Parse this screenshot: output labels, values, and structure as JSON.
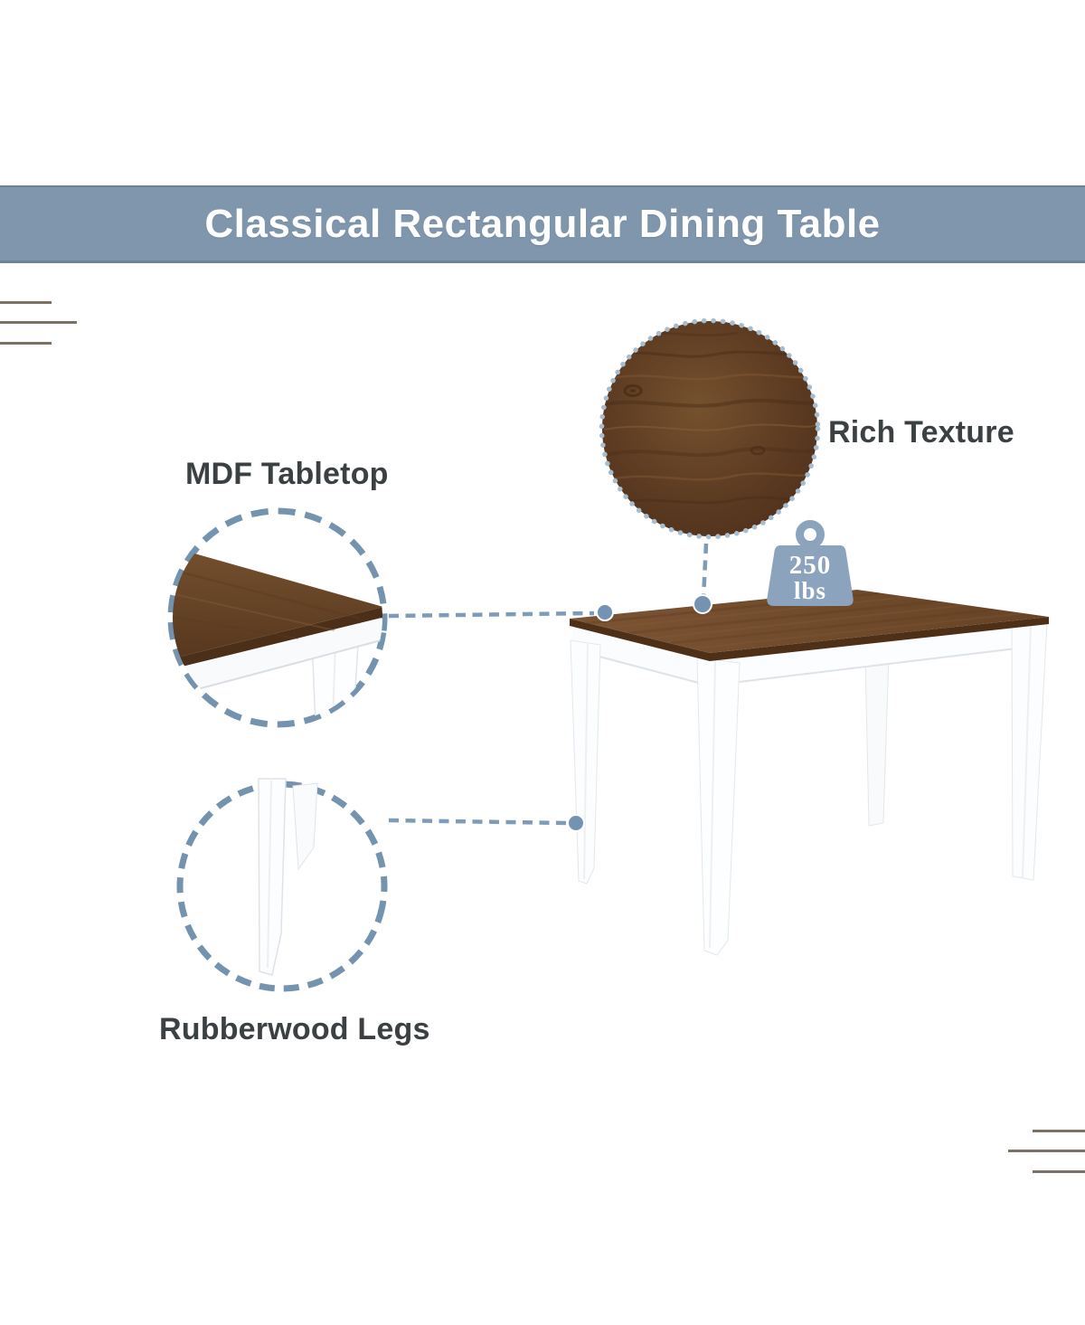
{
  "header": {
    "title": "Classical Rectangular Dining Table"
  },
  "callouts": {
    "rich_texture": {
      "label": "Rich Texture"
    },
    "mdf_tabletop": {
      "label": "MDF Tabletop"
    },
    "rubberwood_legs": {
      "label": "Rubberwood Legs"
    },
    "weight_capacity": {
      "value": "250",
      "unit": "lbs"
    }
  },
  "icons": {
    "weight_capacity": "kettlebell-weight-icon",
    "texture_zoom": "dotted-zoom-circle",
    "detail_zoom": "dashed-zoom-circle"
  },
  "colors": {
    "banner_bg": "#7f96ac",
    "banner_text": "#ffffff",
    "label_text": "#3b4043",
    "callout_blue": "#7493af",
    "connector_dot": "#7493b2",
    "dotted_ring": "#a6bccf",
    "weight_icon": "#8ba3bd",
    "wood_dark": "#4e3018",
    "wood_mid": "#6b4628",
    "wood_light": "#7d5634",
    "table_white": "#fcfdfe",
    "decor_line": "#7b7164"
  }
}
